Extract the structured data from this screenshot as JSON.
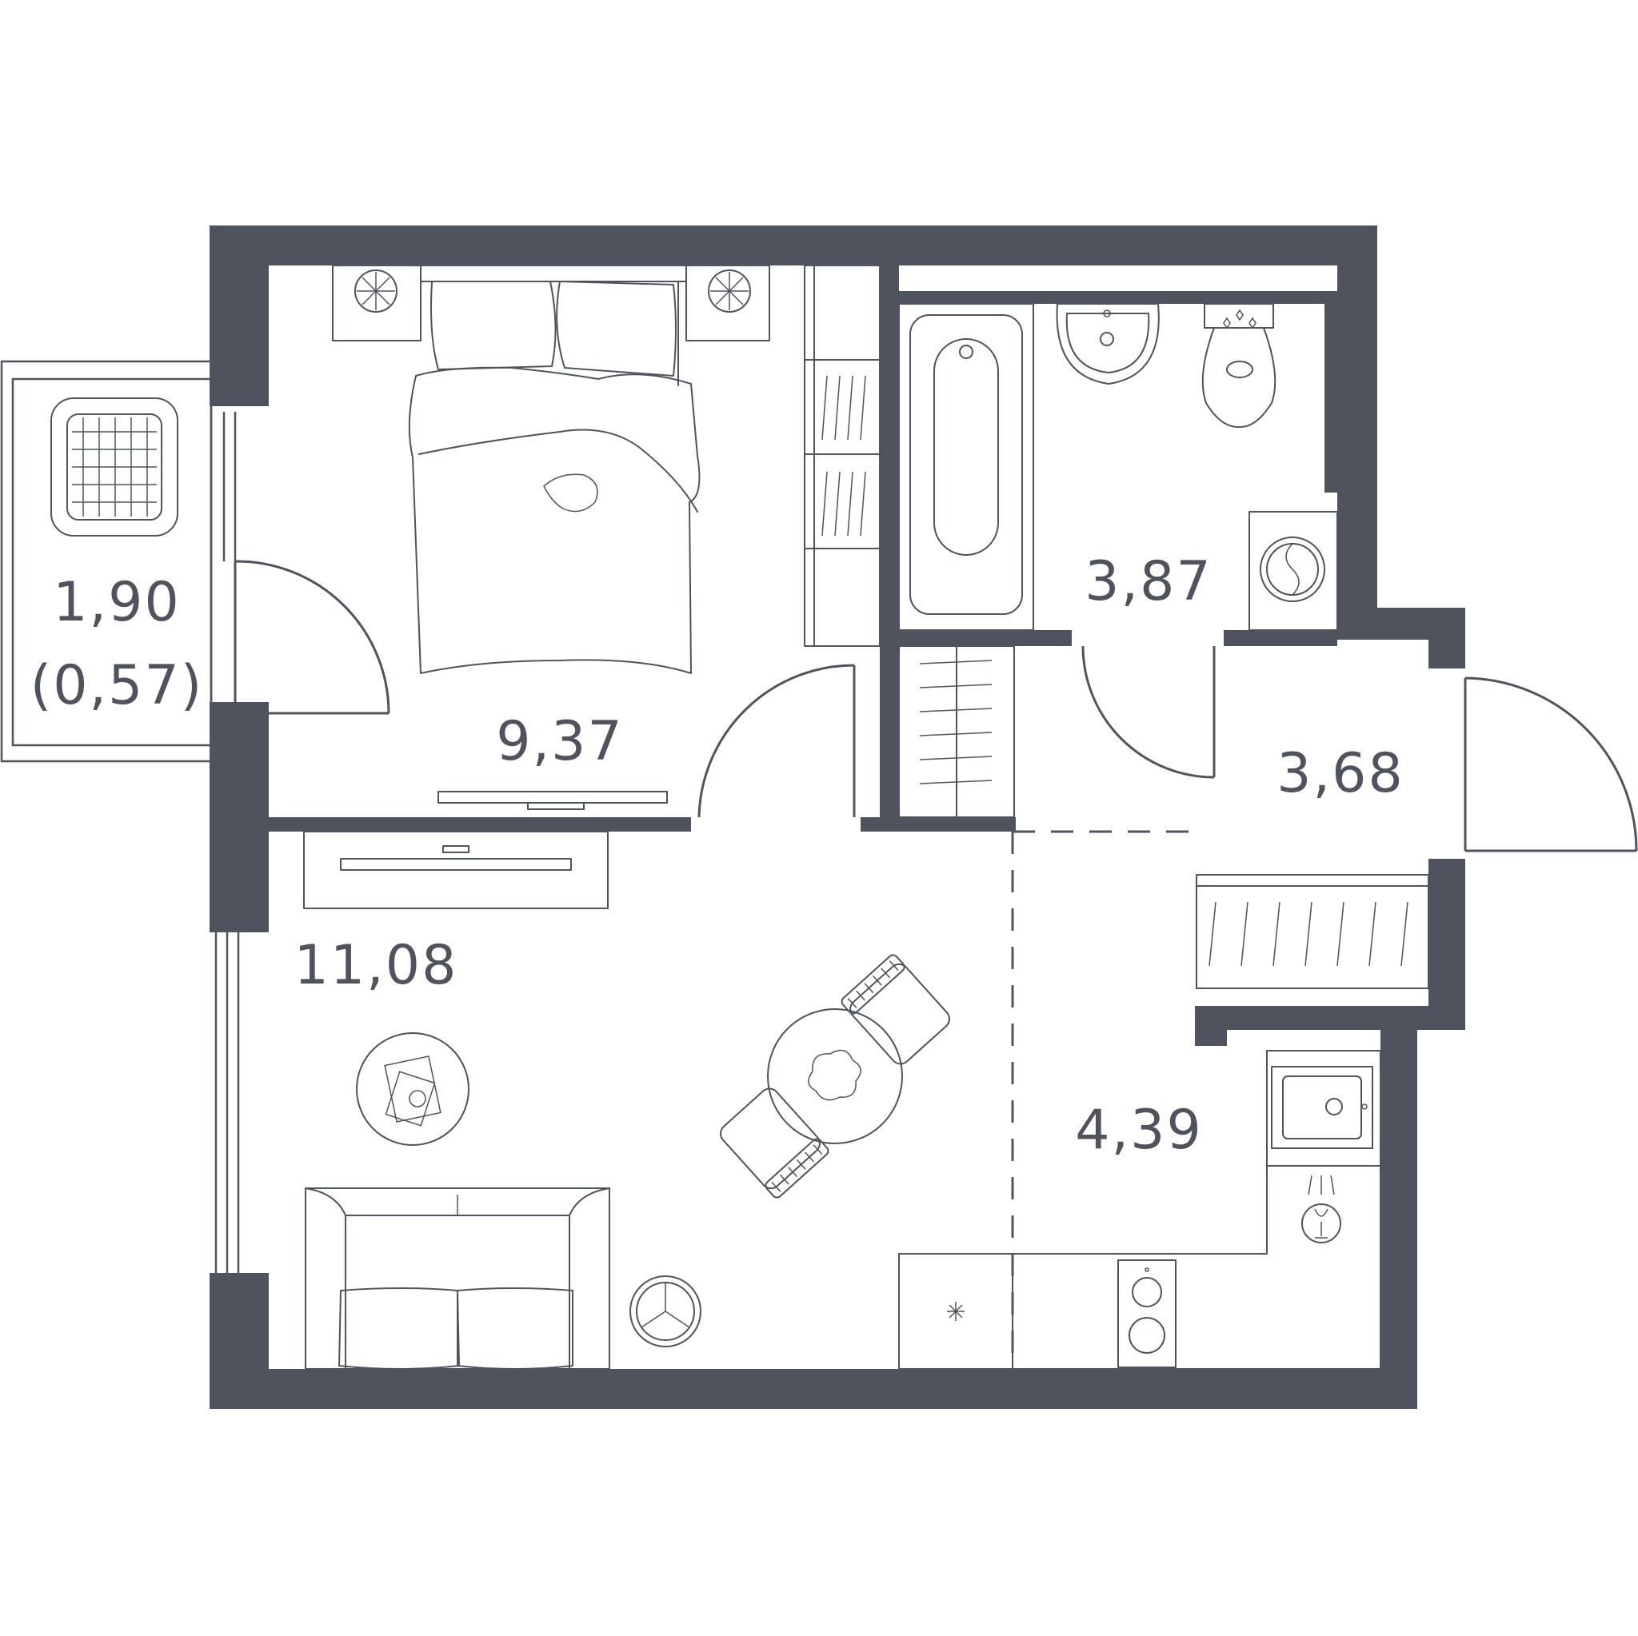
{
  "plan": {
    "colors": {
      "wall": "#4f535d",
      "background": "#ffffff"
    },
    "rooms": [
      {
        "id": "balcony",
        "area": "1,90",
        "area_reduced": "(0,57)"
      },
      {
        "id": "bedroom",
        "area": "9,37"
      },
      {
        "id": "bathroom",
        "area": "3,87"
      },
      {
        "id": "hallway",
        "area": "3,68"
      },
      {
        "id": "living-room",
        "area": "11,08"
      },
      {
        "id": "kitchen",
        "area": "4,39"
      }
    ],
    "icons": [
      "armchair-icon",
      "double-bed-icon",
      "nightstand-lamp-icon",
      "bathtub-icon",
      "washbasin-icon",
      "toilet-icon",
      "washing-machine-icon",
      "wardrobe-icon",
      "tv-icon",
      "coffee-table-icon",
      "sofa-icon",
      "dining-table-icon",
      "chair-icon",
      "robot-vacuum-icon",
      "sink-icon",
      "stove-icon",
      "fridge-icon",
      "dishwasher-icon"
    ]
  }
}
